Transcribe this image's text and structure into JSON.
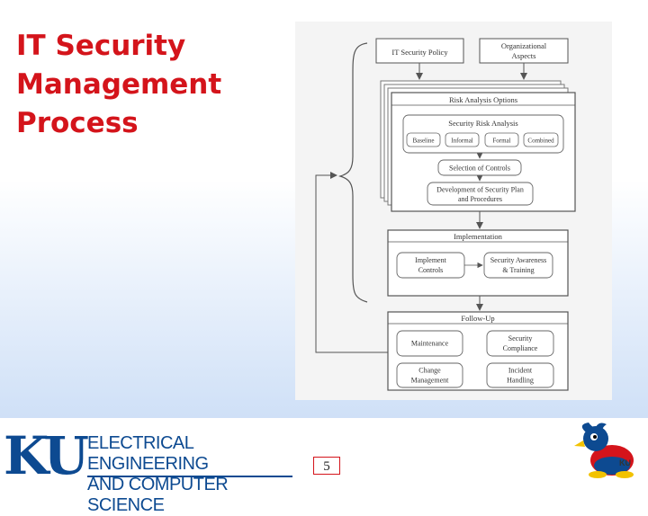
{
  "slide": {
    "title": "IT Security\nManagement\nProcess",
    "page_number": "5"
  },
  "footer": {
    "logo_text": "KU",
    "dept_line1": "ELECTRICAL ENGINEERING",
    "dept_line2": "AND COMPUTER SCIENCE"
  },
  "diagram": {
    "top_boxes": {
      "policy": "IT Security Policy",
      "org_line1": "Organizational",
      "org_line2": "Aspects"
    },
    "risk": {
      "header": "Risk Analysis Options",
      "sra_label": "Security Risk Analysis",
      "options": [
        "Baseline",
        "Informal",
        "Formal",
        "Combined"
      ],
      "selection": "Selection of Controls",
      "plan_line1": "Development of Security Plan",
      "plan_line2": "and Procedures"
    },
    "implementation": {
      "header": "Implementation",
      "left_line1": "Implement",
      "left_line2": "Controls",
      "right_line1": "Security Awareness",
      "right_line2": "& Training"
    },
    "followup": {
      "header": "Follow-Up",
      "maintenance": "Maintenance",
      "compliance_line1": "Security",
      "compliance_line2": "Compliance",
      "change_line1": "Change",
      "change_line2": "Management",
      "incident_line1": "Incident",
      "incident_line2": "Handling"
    }
  },
  "colors": {
    "title_red": "#d4141b",
    "ku_blue": "#0d4a91",
    "diagram_line": "#555555"
  }
}
